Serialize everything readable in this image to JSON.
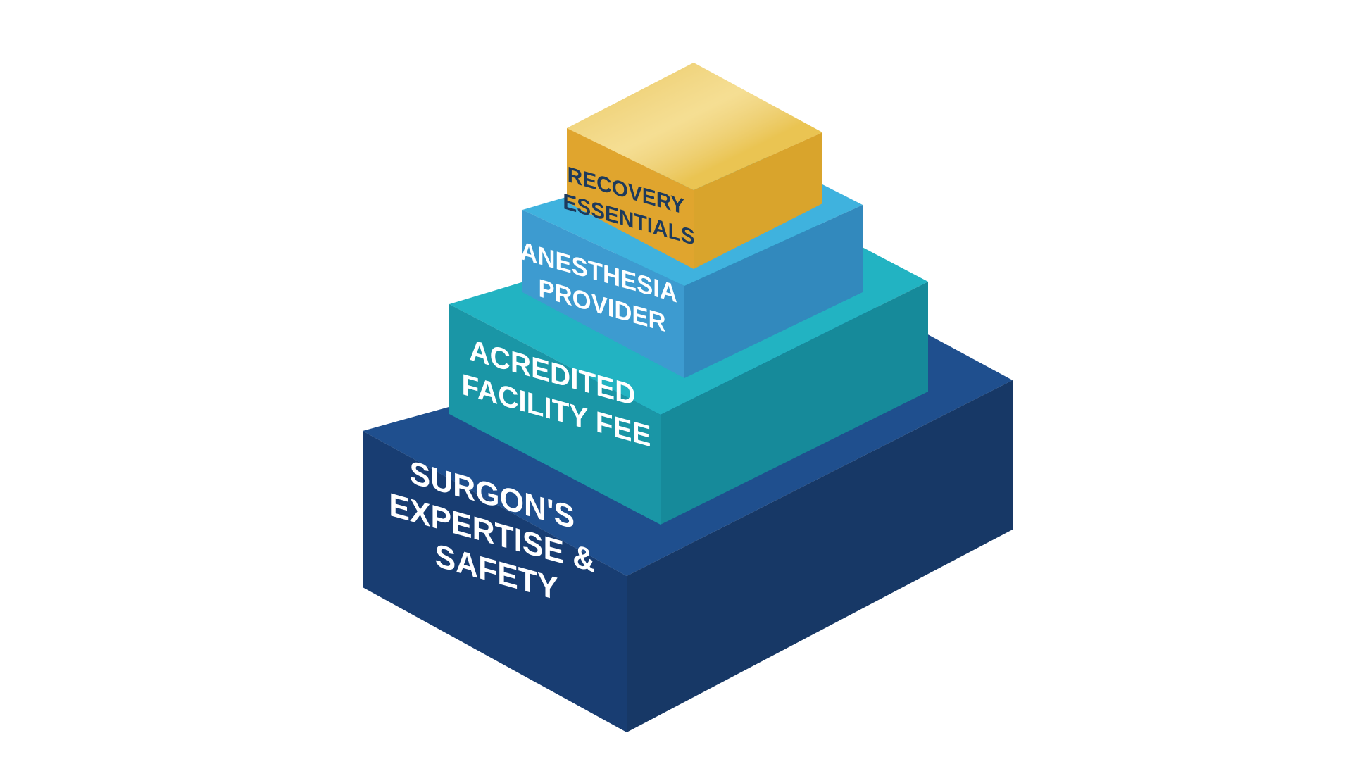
{
  "pyramid": {
    "tiers": [
      {
        "id": "base",
        "lines": [
          "SURGON'S",
          "EXPERTISE &",
          "SAFETY"
        ],
        "text_color": "#ffffff",
        "colors": {
          "top": "#1f4f8e",
          "left": "#183d72",
          "right": "#173866"
        }
      },
      {
        "id": "second",
        "lines": [
          "ACREDITED",
          "FACILITY FEE"
        ],
        "text_color": "#ffffff",
        "colors": {
          "top": "#22b3c2",
          "left": "#1a96a6",
          "right": "#168a9a"
        }
      },
      {
        "id": "third",
        "lines": [
          "ANESTHESIA",
          "PROVIDER"
        ],
        "text_color": "#ffffff",
        "colors": {
          "top": "#3fb2de",
          "left": "#3d9bd0",
          "right": "#3289bd"
        }
      },
      {
        "id": "top",
        "lines": [
          "RECOVERY",
          "ESSENTIALS"
        ],
        "text_color": "#1d3a5c",
        "colors": {
          "top": "#eac452",
          "left": "#e0a52e",
          "right": "#d9a42c"
        }
      }
    ]
  }
}
